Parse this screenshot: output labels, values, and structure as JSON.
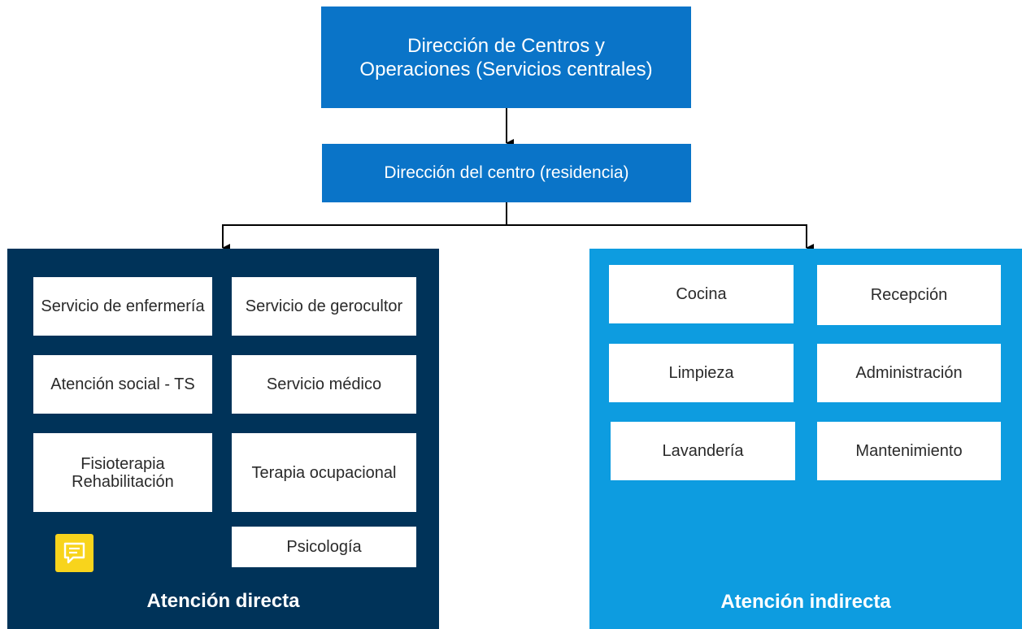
{
  "top_box": {
    "label": "Dirección de Centros y Operaciones (Servicios centrales)"
  },
  "mid_box": {
    "label": "Dirección del centro (residencia)"
  },
  "direct": {
    "title": "Atención directa",
    "cards": [
      "Servicio de enfermería",
      "Servicio de gerocultor",
      "Atención social - TS",
      "Servicio médico",
      "Fisioterapia Rehabilitación",
      "Terapia ocupacional",
      "Psicología"
    ]
  },
  "indirect": {
    "title": "Atención indirecta",
    "cards": [
      "Cocina",
      "Recepción",
      "Limpieza",
      "Administración",
      "Lavandería",
      "Mantenimiento"
    ]
  },
  "icons": {
    "comment": "comment-icon"
  },
  "colors": {
    "header_blue": "#0a74c8",
    "direct_panel": "#003359",
    "indirect_panel": "#0d9ce0",
    "comment_icon": "#f8d41c"
  }
}
